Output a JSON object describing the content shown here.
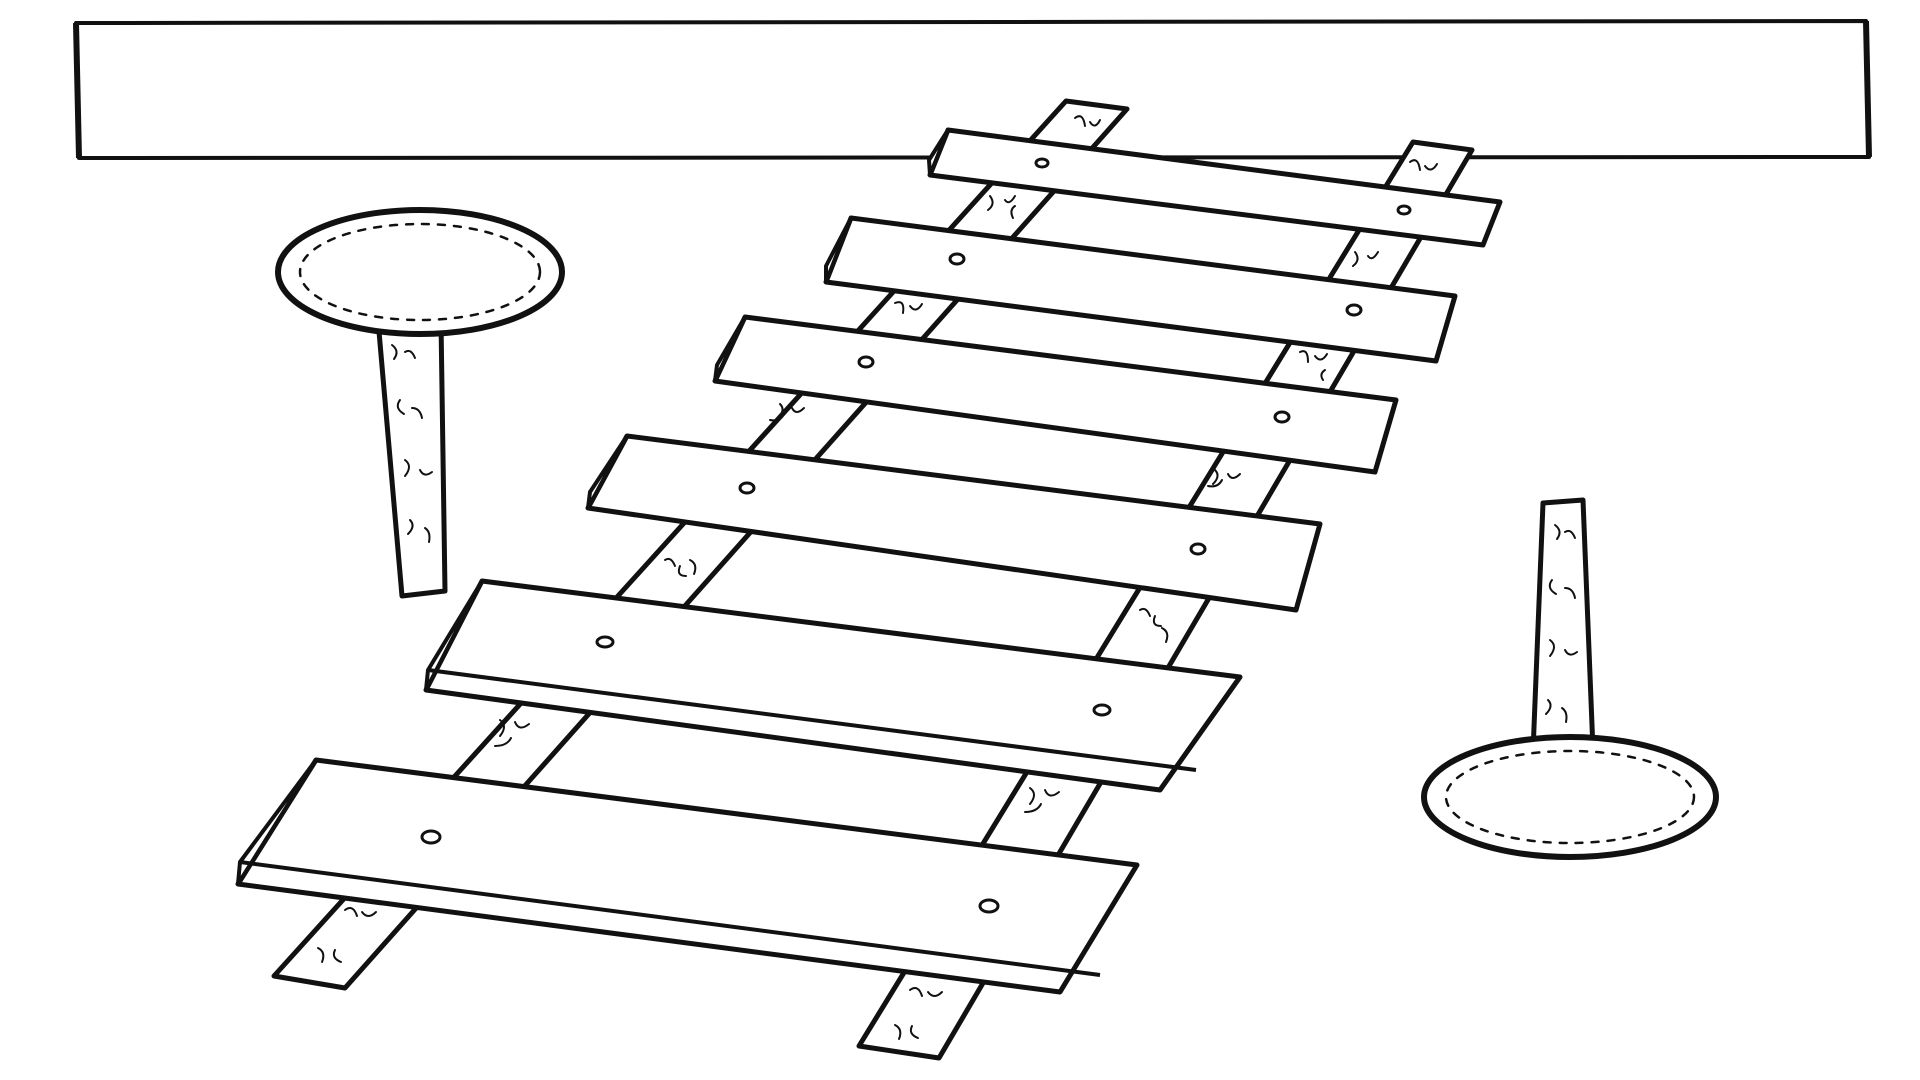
{
  "page": {
    "background": "#ffffff",
    "ink_color": "#111111"
  },
  "banner": {
    "text": ""
  },
  "xylophone": {
    "bar_count": 6,
    "bars": [
      {
        "index": 1,
        "label": ""
      },
      {
        "index": 2,
        "label": ""
      },
      {
        "index": 3,
        "label": ""
      },
      {
        "index": 4,
        "label": ""
      },
      {
        "index": 5,
        "label": ""
      },
      {
        "index": 6,
        "label": ""
      }
    ],
    "rails": 2
  },
  "mallets": [
    {
      "id": "left-mallet",
      "orientation": "head-up"
    },
    {
      "id": "right-mallet",
      "orientation": "head-down"
    }
  ]
}
